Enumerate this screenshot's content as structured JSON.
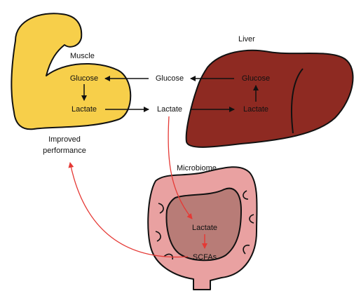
{
  "organs": {
    "muscle": {
      "title": "Muscle",
      "top": "Glucose",
      "bottom": "Lactate",
      "color": "#F7CF4A"
    },
    "liver": {
      "title": "Liver",
      "top": "Glucose",
      "bottom": "Lactate",
      "color": "#8E2A22"
    },
    "microbiome": {
      "title": "Microbiome",
      "top": "Lactate",
      "bottom": "SCFAs",
      "color": "#E9A1A1",
      "inner_color": "#B87C77"
    }
  },
  "bloodstream": {
    "glucose": "Glucose",
    "lactate": "Lactate"
  },
  "outcome": {
    "line1": "Improved",
    "line2": "performance"
  },
  "colors": {
    "outline": "#111111",
    "red_arrow": "#E53935",
    "black_arrow": "#111111"
  }
}
